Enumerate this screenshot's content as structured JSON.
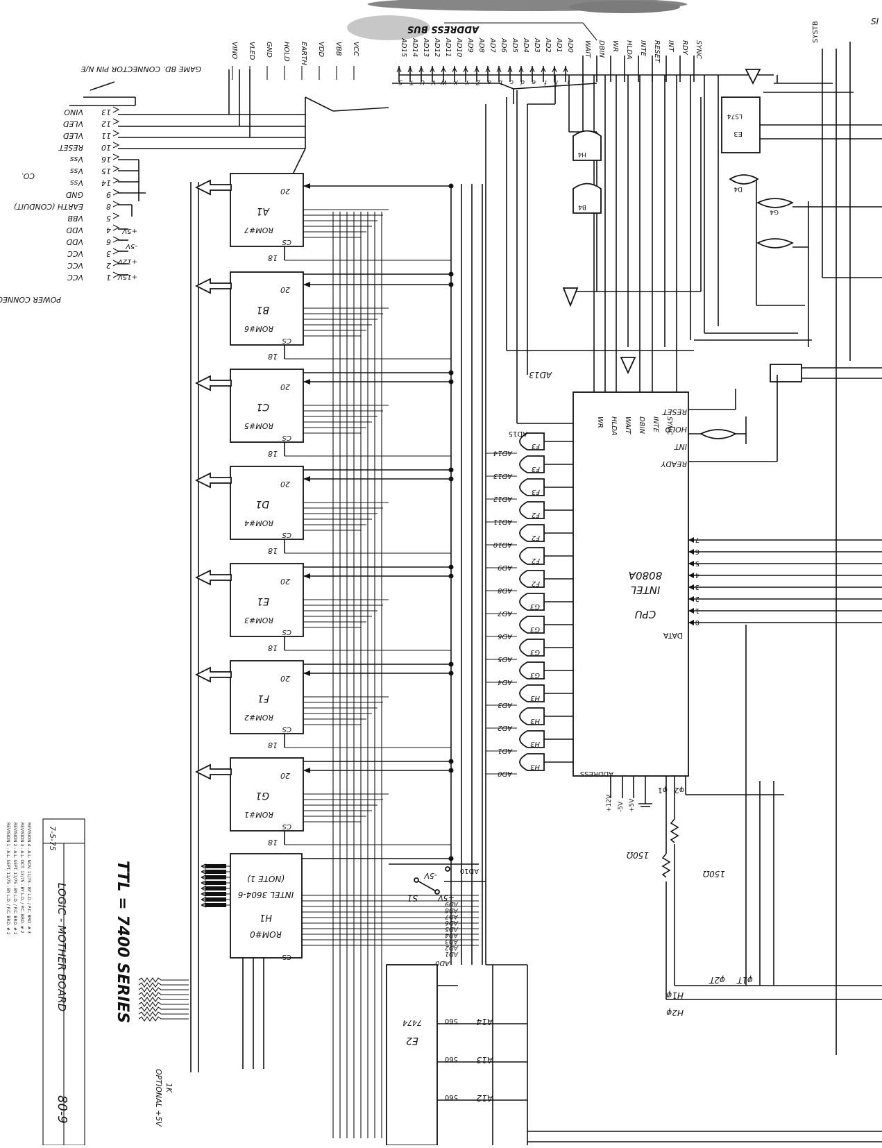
{
  "title_block": {
    "ttl_note": "TTL = 7400 SERIES",
    "drawing_title": "LOGIC - MOTHER BOARD",
    "drawing_number": "80-9",
    "date": "7-5-75",
    "revisions": [
      "REVISION 1 - A.L. SEPT. 11/75 - BY L.D. / P.C. BRD. # 2",
      "REVISION 2 - A.L. SEPT. 17/75 - BY L.D. / P.C. BRD. # 2",
      "REVISION 3 - A.L. OCT. 13/75 - BY L.D. / P.C. BRD. # 2",
      "REVISION 4 - A.L. NOV. 11/75 - BY L.D. / P.C. BRD. # 3"
    ]
  },
  "bus": {
    "label": "ADDRESS BUS",
    "address_lines": [
      "AD15",
      "AD14",
      "AD13",
      "AD12",
      "AD11",
      "AD10",
      "AD9",
      "AD8",
      "AD7",
      "AD6",
      "AD5",
      "AD4",
      "AD3",
      "AD2",
      "AD1",
      "AD0"
    ],
    "pin_letters": [
      "S",
      "T",
      "U",
      "V",
      "W",
      "X",
      "Y",
      "Z",
      "a",
      "b",
      "c",
      "d",
      "e",
      "f",
      "h",
      "i"
    ],
    "control_lines": [
      "WAIT",
      "DBIN",
      "WR",
      "HLDA",
      "INTE",
      "RESET",
      "INT",
      "RDY",
      "SYNC"
    ]
  },
  "game_connector": {
    "title": "GAME BD. CONNECTOR PIN N/E",
    "pins": [
      "VINO",
      "VLED",
      "GND",
      "HOLD",
      "EARTH",
      "VDD",
      "VBB",
      "VCC"
    ]
  },
  "power_connector": {
    "title": "POWER CONNECTOR PIN N/E",
    "pins": [
      {
        "num": "13",
        "name": "VINO"
      },
      {
        "num": "12",
        "name": "VLED"
      },
      {
        "num": "11",
        "name": "VLED"
      },
      {
        "num": "10",
        "name": "RESET"
      },
      {
        "num": "16",
        "name": "Vss"
      },
      {
        "num": "15",
        "name": "Vss"
      },
      {
        "num": "14",
        "name": "Vss"
      },
      {
        "num": "9",
        "name": "GND"
      },
      {
        "num": "8",
        "name": "EARTH (CONDUIT)"
      },
      {
        "num": "5",
        "name": "VBB"
      },
      {
        "num": "4",
        "name": "VDD"
      },
      {
        "num": "6",
        "name": "VDD"
      },
      {
        "num": "3",
        "name": "VCC"
      },
      {
        "num": "2",
        "name": "VCC"
      },
      {
        "num": "1",
        "name": "VCC"
      }
    ],
    "supplies": [
      "+5V",
      "-5V",
      "+12V",
      "+15V"
    ],
    "co_label": "CO."
  },
  "roms": [
    {
      "ref": "A1",
      "name": "ROM#7"
    },
    {
      "ref": "B1",
      "name": "ROM#6"
    },
    {
      "ref": "C1",
      "name": "ROM#5"
    },
    {
      "ref": "D1",
      "name": "ROM#4"
    },
    {
      "ref": "E1",
      "name": "ROM#3"
    },
    {
      "ref": "F1",
      "name": "ROM#2"
    },
    {
      "ref": "G1",
      "name": "ROM#1"
    }
  ],
  "rom_pins": {
    "cs": "CS",
    "out": "20",
    "sel": "18"
  },
  "rom0": {
    "ref": "H1",
    "name": "ROM#0",
    "part": "INTEL 3604-6",
    "note": "(NOTE 1)",
    "cs": "CS"
  },
  "cpu": {
    "line1": "CPU",
    "line2": "INTEL",
    "line3": "8080A",
    "address_label": "ADDRESS",
    "data_label": "DATA",
    "top_pins": [
      "WR",
      "HLDA",
      "WAIT",
      "DBIN",
      "INTE",
      "SYNC"
    ],
    "right_pins": [
      "RESET",
      "HOLD",
      "INT",
      "READY"
    ],
    "bottom_labels": [
      "φ1",
      "φ2",
      "+12V",
      "-5V",
      "+5V"
    ]
  },
  "buffers": [
    {
      "ref": "F3",
      "addr": "AD14"
    },
    {
      "ref": "F3",
      "addr": "AD13"
    },
    {
      "ref": "F3",
      "addr": "AD12"
    },
    {
      "ref": "F2",
      "addr": "AD11"
    },
    {
      "ref": "F2",
      "addr": "AD10"
    },
    {
      "ref": "F2",
      "addr": "AD9"
    },
    {
      "ref": "F2",
      "addr": "AD8"
    },
    {
      "ref": "G3",
      "addr": "AD7"
    },
    {
      "ref": "G3",
      "addr": "AD6"
    },
    {
      "ref": "G3",
      "addr": "AD5"
    },
    {
      "ref": "G3",
      "addr": "AD4"
    },
    {
      "ref": "H3",
      "addr": "AD3"
    },
    {
      "ref": "H3",
      "addr": "AD2"
    },
    {
      "ref": "H3",
      "addr": "AD1"
    },
    {
      "ref": "H3",
      "addr": "AD0"
    }
  ],
  "misc": {
    "ad13_label": "AD13",
    "ad15_label": "AD15",
    "ad0_label": "AD0",
    "ad10_label": "AD10",
    "switch": "S1",
    "sw_minus": "-5V",
    "sw_plus": "+5V",
    "res1": "150Ω",
    "res2": "150Ω",
    "clock_ic": "E2",
    "clock_part": "7474",
    "clock_out": [
      "A14",
      "A13",
      "A12"
    ],
    "clock_vals": [
      "560",
      "560",
      "560"
    ],
    "phase_labels": [
      "φ1T",
      "φ2T",
      "H1φ",
      "H2φ"
    ],
    "optional": "OPTIONAL +5V",
    "res_1k": "1K",
    "gate_e3": "E3",
    "gate_e3_part": "LS74",
    "gate_h4": "H4",
    "gate_b4": "B4",
    "gate_d4": "D4",
    "gate_g4": "G4",
    "right_top": "SYSTB",
    "right_si": "SI"
  }
}
